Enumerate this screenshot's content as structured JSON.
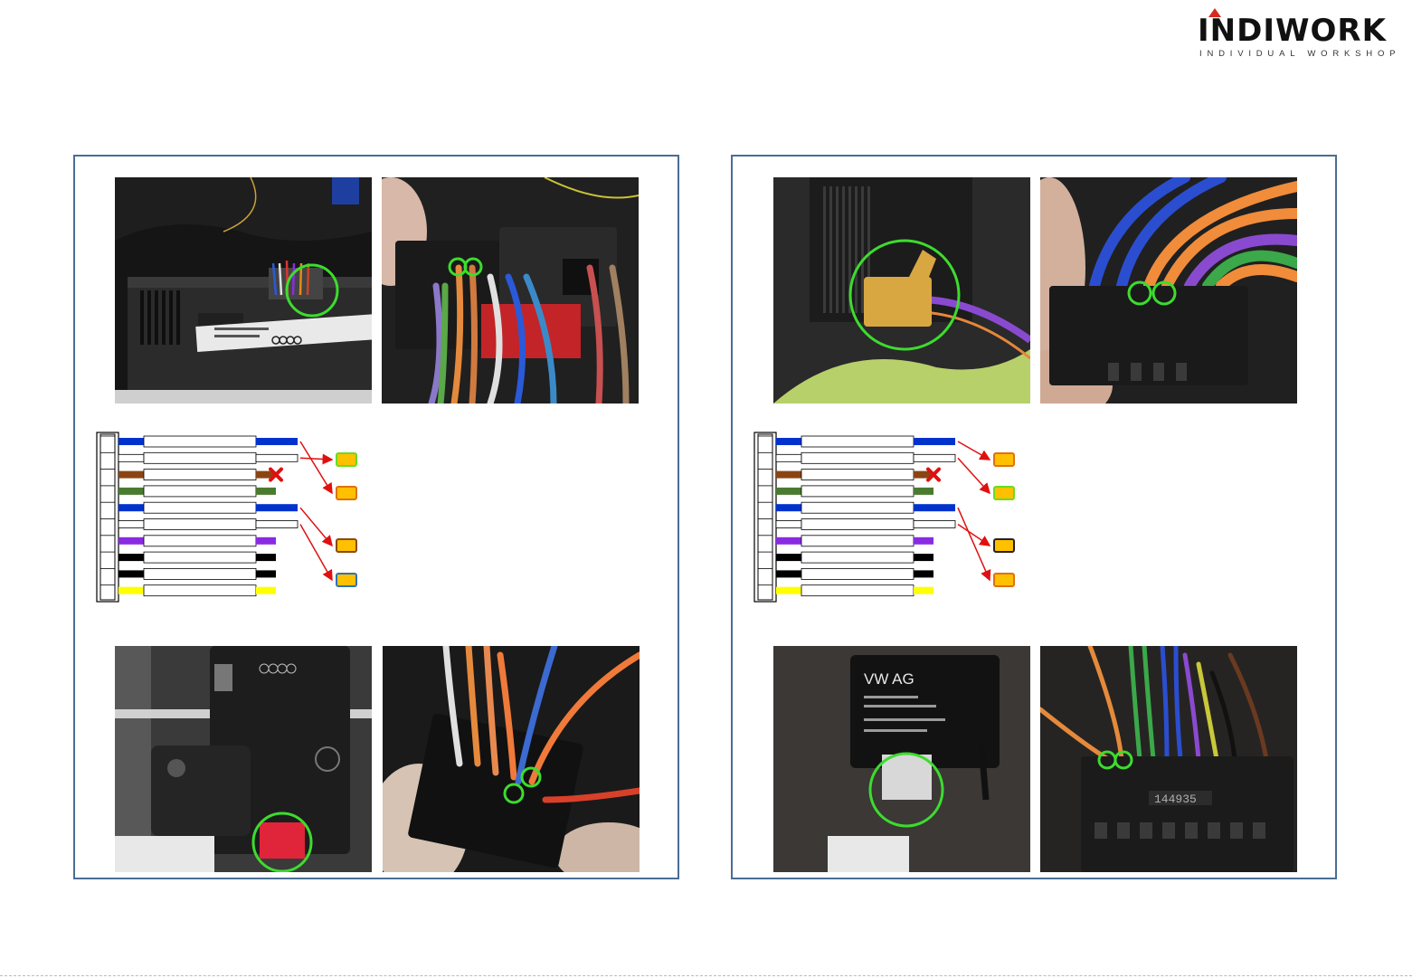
{
  "logo": {
    "word": "INDIWORK",
    "subtitle": "INDIVIDUAL WORKSHOP",
    "accent": "#d52b1e"
  },
  "panels": [
    {
      "id": "left",
      "photos": [
        {
          "name": "photo-climate-unit-connector",
          "marker": "green-circle"
        },
        {
          "name": "photo-connector-closeup",
          "marker": "green-circle-pair"
        },
        {
          "name": "photo-gateway-module",
          "marker": "green-circle"
        },
        {
          "name": "photo-gateway-connector",
          "marker": "green-circle-pair"
        }
      ],
      "connector": {
        "pins": 10,
        "wires": [
          "#0033cc",
          "#ffffff",
          "#8b4513",
          "#4a7a30",
          "#0033cc",
          "#ffffff",
          "#8a2be2",
          "#000000",
          "#000000",
          "#ffff00"
        ],
        "cut_pin": 3
      },
      "arrows": [
        {
          "from_pin": 1,
          "to_badge": 2
        },
        {
          "from_pin": 2,
          "to_badge": 1
        },
        {
          "from_pin": 5,
          "to_badge": 3
        },
        {
          "from_pin": 6,
          "to_badge": 4
        }
      ],
      "badges": [
        {
          "fill": "#ffc000",
          "border": "#66dd22"
        },
        {
          "fill": "#ffc000",
          "border": "#e07010"
        },
        {
          "fill": "#ffc000",
          "border": "#8a4a10"
        },
        {
          "fill": "#ffc000",
          "border": "#2e74b5"
        }
      ]
    },
    {
      "id": "right",
      "photos": [
        {
          "name": "photo-yellow-connector",
          "marker": "green-circle"
        },
        {
          "name": "photo-orange-wires-connector",
          "marker": "green-circle-pair"
        },
        {
          "name": "photo-vw-module",
          "marker": "green-circle"
        },
        {
          "name": "photo-module-connector-144935",
          "marker": "green-circle-pair",
          "label": "144935"
        }
      ],
      "module_label": "VW AG",
      "connector": {
        "pins": 10,
        "wires": [
          "#0033cc",
          "#ffffff",
          "#8b4513",
          "#4a7a30",
          "#0033cc",
          "#ffffff",
          "#8a2be2",
          "#000000",
          "#000000",
          "#ffff00"
        ],
        "cut_pin": 3
      },
      "arrows": [
        {
          "from_pin": 1,
          "to_badge": 1
        },
        {
          "from_pin": 2,
          "to_badge": 2
        },
        {
          "from_pin": 5,
          "to_badge": 4
        },
        {
          "from_pin": 6,
          "to_badge": 3
        }
      ],
      "badges": [
        {
          "fill": "#ffc000",
          "border": "#e07010"
        },
        {
          "fill": "#ffc000",
          "border": "#66dd22"
        },
        {
          "fill": "#ffc000",
          "border": "#222222"
        },
        {
          "fill": "#ffc000",
          "border": "#e07010"
        }
      ]
    }
  ]
}
